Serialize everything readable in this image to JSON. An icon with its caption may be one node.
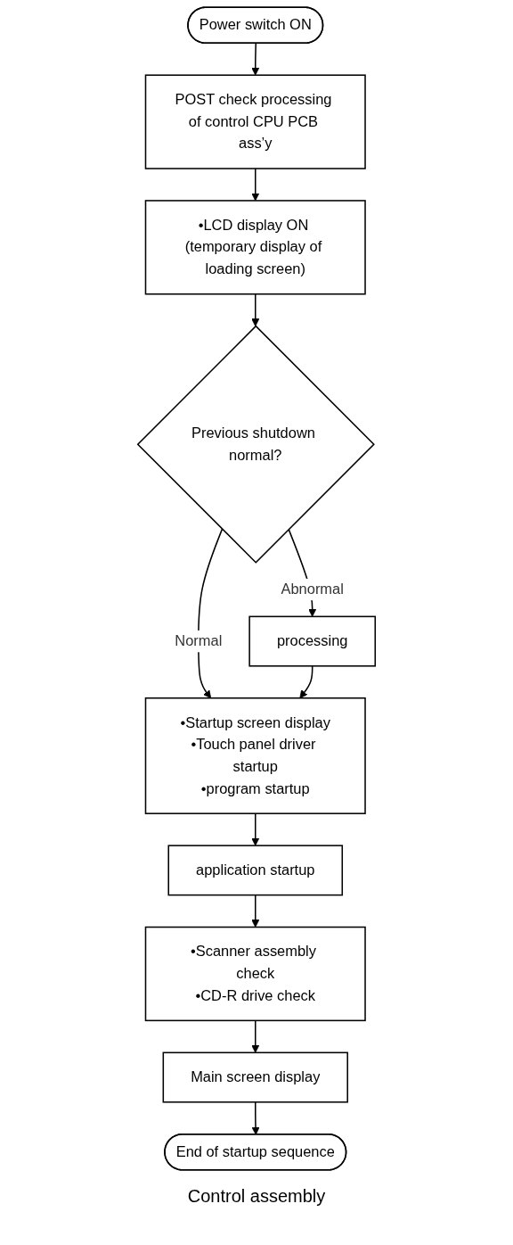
{
  "diagram": {
    "caption": "Control assembly",
    "nodes": [
      {
        "text": [
          "Power switch ON"
        ]
      },
      {
        "text": [
          "POST check processing of control CPU PCB ass’y"
        ]
      },
      {
        "text": [
          "•LCD display ON (temporary display of loading screen)"
        ]
      },
      {
        "text": [
          "Previous shutdown normal?"
        ]
      },
      {
        "text": [
          "processing"
        ]
      },
      {
        "text": [
          "•Startup screen display",
          "•Touch panel driver startup",
          "•program startup"
        ]
      },
      {
        "text": [
          "application startup"
        ]
      },
      {
        "text": [
          "•Scanner assembly check",
          "•CD-R drive check"
        ]
      },
      {
        "text": [
          "Main screen display"
        ]
      },
      {
        "text": [
          "End of startup sequence"
        ]
      }
    ],
    "edges": [
      {
        "from": 0,
        "to": 1,
        "arrow": "to"
      },
      {
        "from": 1,
        "to": 2,
        "arrow": "to"
      },
      {
        "from": 2,
        "to": 3,
        "arrow": "to"
      },
      {
        "from": 3,
        "to": 4,
        "arrow": "to",
        "label": "Abnormal"
      },
      {
        "from": 3,
        "to": 5,
        "arrow": "to",
        "label": "Normal"
      },
      {
        "from": 4,
        "to": 5,
        "arrow": "to"
      },
      {
        "from": 5,
        "to": 6,
        "arrow": "to"
      },
      {
        "from": 6,
        "to": 7,
        "arrow": "to"
      },
      {
        "from": 7,
        "to": 8,
        "arrow": "to"
      },
      {
        "from": 8,
        "to": 9,
        "arrow": "to"
      }
    ]
  }
}
